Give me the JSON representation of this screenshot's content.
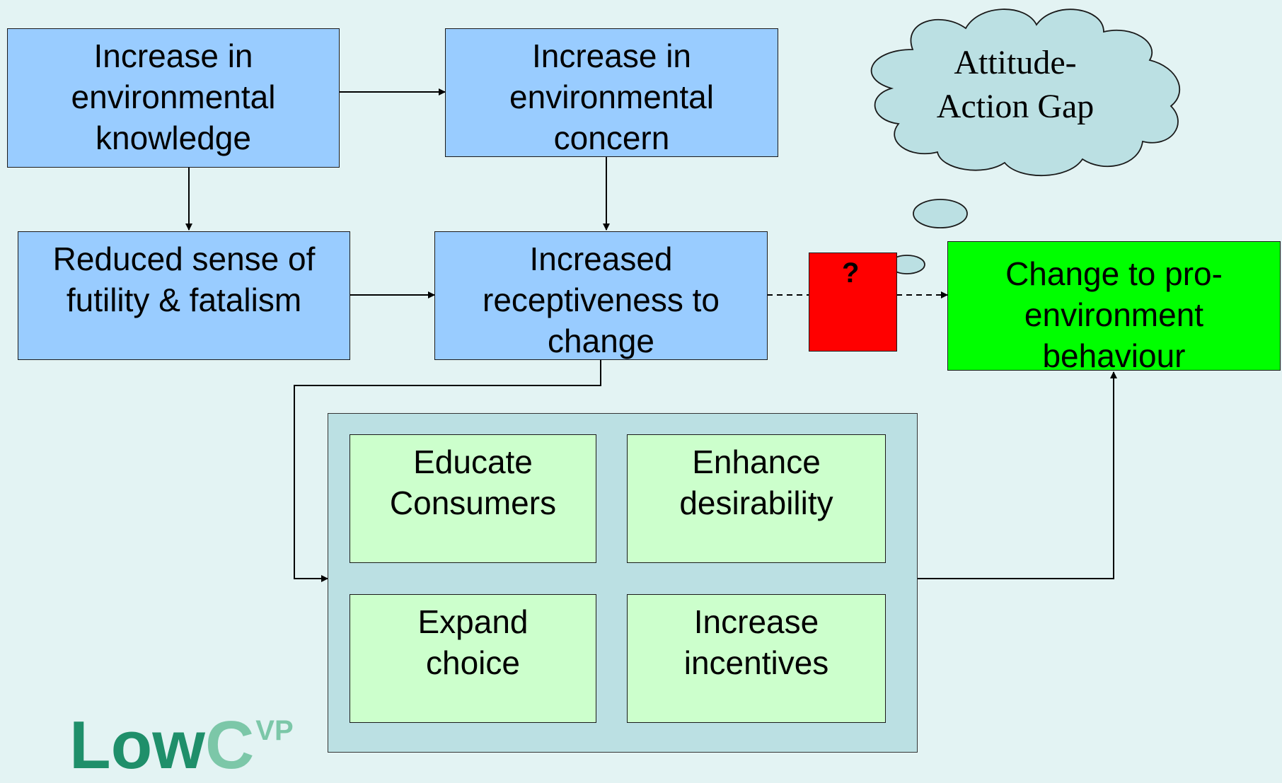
{
  "boxes": {
    "knowledge": "Increase in\nenvironmental\nknowledge",
    "concern": "Increase in\nenvironmental\nconcern",
    "futility": "Reduced sense of\nfutility & fatalism",
    "receptiveness": "Increased\nreceptiveness to\nchange",
    "behaviour": "Change to pro-\nenvironment\nbehaviour",
    "question": "?"
  },
  "interventions": {
    "educate": "Educate\nConsumers",
    "enhance": "Enhance\ndesirability",
    "expand": "Expand\nchoice",
    "incentives": "Increase\nincentives"
  },
  "cloud": {
    "text": "Attitude-\nAction Gap"
  },
  "logo": {
    "main": "Low",
    "accent": "C",
    "super": "VP"
  },
  "colors": {
    "background": "#e3f3f3",
    "blue_box": "#99ccff",
    "intervention_box": "#ccffcc",
    "outcome_box": "#00ff00",
    "barrier_box": "#ff0000",
    "panel": "#bbe0e3",
    "cloud": "#bbe0e3"
  }
}
